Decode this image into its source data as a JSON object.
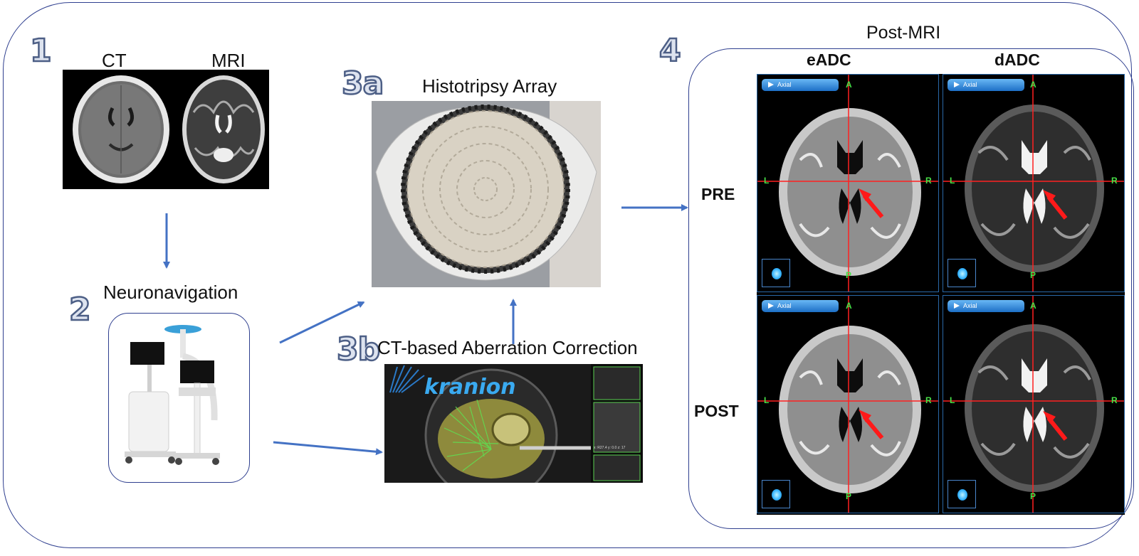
{
  "figure": {
    "steps": {
      "s1": "1",
      "s2": "2",
      "s3a": "3a",
      "s3b": "3b",
      "s4": "4"
    },
    "labels": {
      "ct": "CT",
      "mri": "MRI",
      "neuronavigation": "Neuronavigation",
      "histotripsy_array": "Histotripsy Array",
      "aberration_correction": "CT-based Aberration Correction",
      "post_mri": "Post-MRI",
      "col_eadc": "eADC",
      "col_dadc": "dADC",
      "row_pre": "PRE",
      "row_post": "POST"
    },
    "software_logo": "kranion",
    "mri_viewer": {
      "view_chip": "Axial",
      "orient_anterior": "A",
      "orient_posterior": "P",
      "orient_left": "L",
      "orient_right": "R",
      "readout": "x: R27.4  y: 0.0  z: 17"
    },
    "colors": {
      "frame": "#2f3f8f",
      "arrow": "#4472c4",
      "step_number_fill": "#dde3ef",
      "crosshair": "#ff2020",
      "lesion_arrow": "#ff1a1a",
      "orientation_text": "#48e048"
    }
  }
}
